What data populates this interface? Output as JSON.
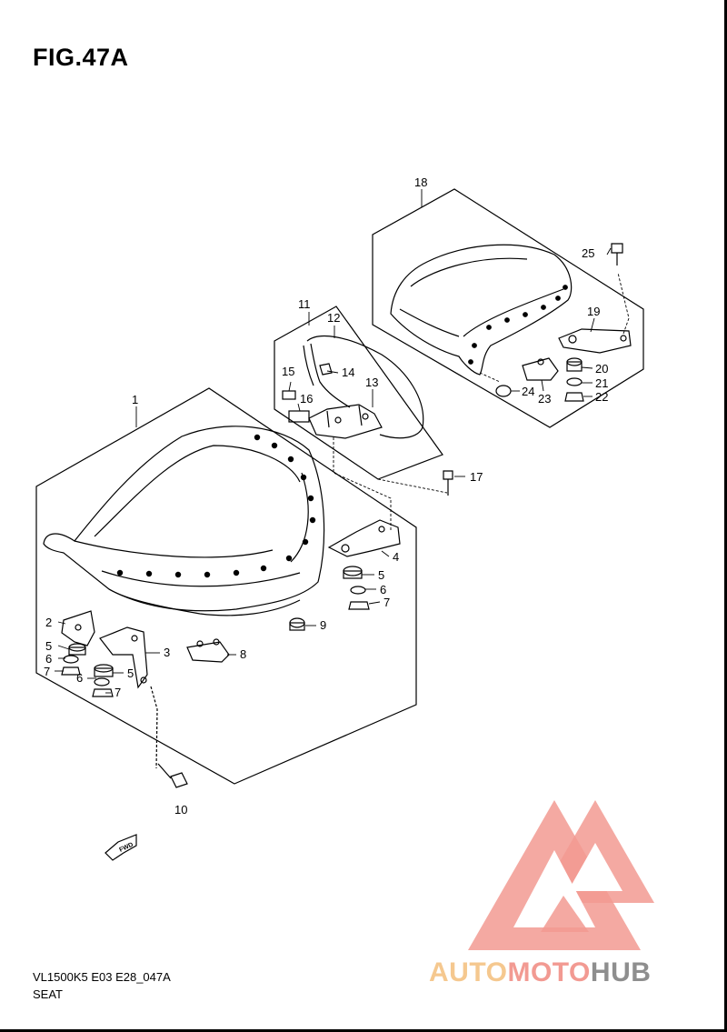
{
  "figure": {
    "title": "FIG.47A"
  },
  "footer": {
    "model_code": "VL1500K5 E03 E28_047A",
    "section_name": "SEAT"
  },
  "watermark": {
    "part1": "AUTO",
    "part2": "MOTO",
    "part3": "HUB"
  },
  "fwd_label": "FWD",
  "colors": {
    "watermark_red": "#f29a92",
    "watermark_orange": "#f5c88f",
    "watermark_gray": "#8e8e8e"
  },
  "callouts": {
    "c1": "1",
    "c2": "2",
    "c3": "3",
    "c4": "4",
    "c5a": "5",
    "c5b": "5",
    "c5c": "5",
    "c6a": "6",
    "c6b": "6",
    "c6c": "6",
    "c7a": "7",
    "c7b": "7",
    "c7c": "7",
    "c8": "8",
    "c9": "9",
    "c10": "10",
    "c11": "11",
    "c12": "12",
    "c13": "13",
    "c14": "14",
    "c15": "15",
    "c16": "16",
    "c17": "17",
    "c18": "18",
    "c19": "19",
    "c20": "20",
    "c21": "21",
    "c22": "22",
    "c23": "23",
    "c24": "24",
    "c25": "25"
  }
}
